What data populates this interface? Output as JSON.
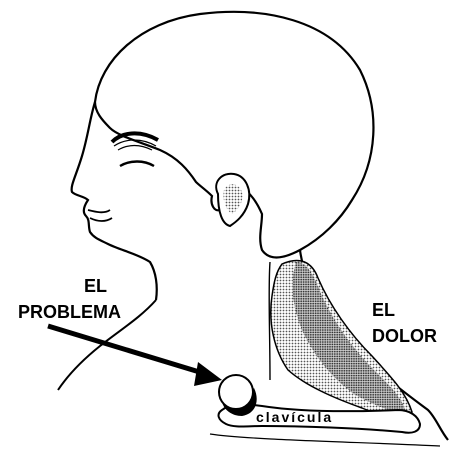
{
  "labels": {
    "problem_line1": "EL",
    "problem_line2": "PROBLEMA",
    "pain_line1": "EL",
    "pain_line2": "DOLOR",
    "bone": "clavícula"
  },
  "colors": {
    "ink": "#000000",
    "pain_area": "#9a9a9a",
    "pain_core": "#6e6e6e",
    "ear_fill": "#b0b0b0",
    "background": "#ffffff"
  },
  "icons": {
    "arrow": "arrow-right-down-icon",
    "lump": "lump-circle-icon"
  }
}
